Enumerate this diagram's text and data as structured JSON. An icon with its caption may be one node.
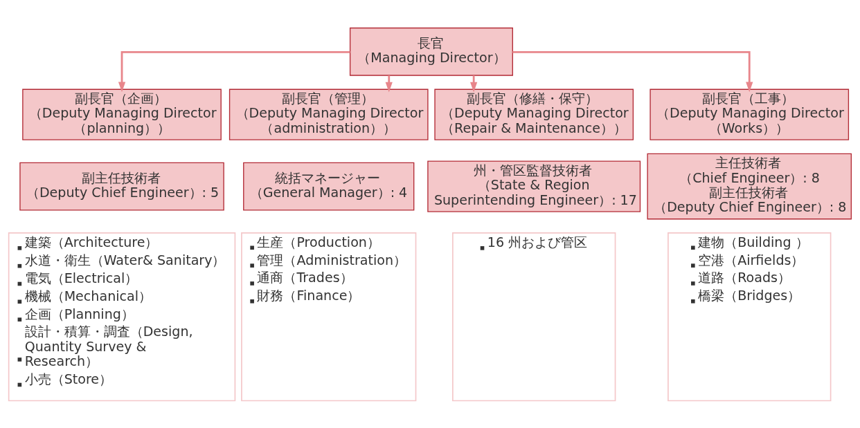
{
  "diagram": {
    "nodes": [
      {
        "text": [
          "長官",
          "（Managing Director）"
        ]
      },
      {
        "text": [
          "副長官（企画）",
          "（Deputy Managing Director （planning））"
        ]
      },
      {
        "text": [
          "副長官（管理）",
          "（Deputy Managing Director （administration））"
        ]
      },
      {
        "text": [
          "副長官（修繕・保守）",
          "（Deputy Managing Director （Repair & Maintenance））"
        ]
      },
      {
        "text": [
          "副長官（工事）",
          "（Deputy Managing Director （Works））"
        ]
      },
      {
        "text": [
          "副主任技術者",
          "（Deputy Chief Engineer）: 5"
        ]
      },
      {
        "text": [
          "統括マネージャー",
          "（General Manager）: 4"
        ]
      },
      {
        "text": [
          "州・管区監督技術者",
          "（State & Region Superintending Engineer）: 17"
        ]
      },
      {
        "text": [
          "主任技術者",
          "（Chief Engineer）: 8",
          "副主任技術者",
          "（Deputy Chief Engineer）: 8"
        ]
      },
      {
        "text": [
          "建築（Architecture）",
          "水道・衛生（Water& Sanitary）",
          "電気（Electrical）",
          "機械（Mechanical）",
          "企画（Planning）",
          "設計・積算・調査（Design, Quantity Survey & Research）",
          "小売（Store）"
        ]
      },
      {
        "text": [
          "生産（Production）",
          "管理（Administration）",
          "通商（Trades）",
          "財務（Finance）"
        ]
      },
      {
        "text": [
          "16 州および管区"
        ]
      },
      {
        "text": [
          "建物（Building ）",
          "空港（Airfields）",
          "道路（Roads）",
          "橋梁（Bridges）"
        ]
      }
    ],
    "edges": [
      {
        "from": 0,
        "to": 1,
        "arrow": "to"
      },
      {
        "from": 0,
        "to": 2,
        "arrow": "to"
      },
      {
        "from": 0,
        "to": 3,
        "arrow": "to"
      },
      {
        "from": 0,
        "to": 4,
        "arrow": "to"
      }
    ]
  }
}
